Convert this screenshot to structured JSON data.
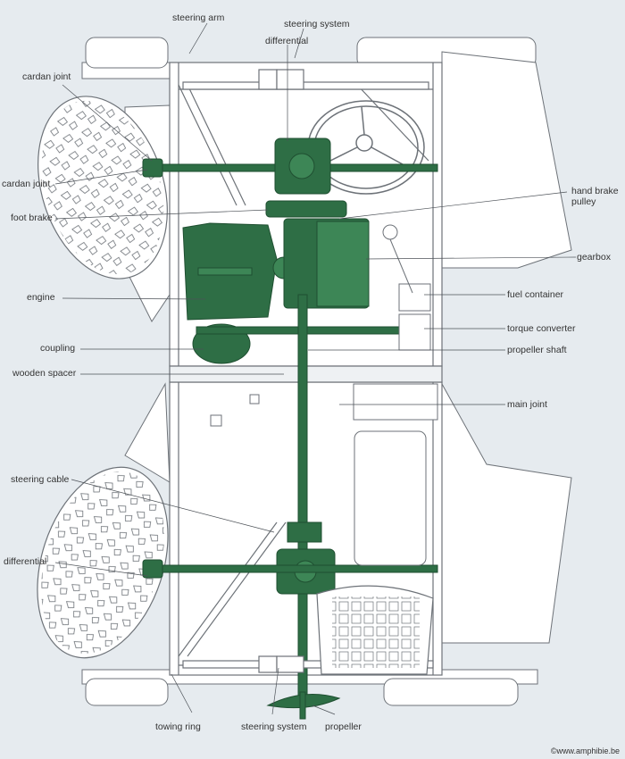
{
  "colors": {
    "background": "#e6ebef",
    "frame": "#ffffff",
    "outline": "#6d7278",
    "drivetrain": "#2e6e45",
    "drivetrain_dark": "#1f4f31",
    "callout_line": "#4d5258"
  },
  "labels": {
    "steering_arm": "steering arm",
    "steering_system_top": "steering system",
    "differential_top": "differential",
    "cardan_joint_1": "cardan joint",
    "cardan_joint_2": "cardan joint",
    "foot_brake": "foot brake",
    "engine": "engine",
    "coupling": "coupling",
    "wooden_spacer": "wooden spacer",
    "steering_cable": "steering cable",
    "differential_bottom": "differential",
    "hand_brake_pulley": "hand brake\npulley",
    "gearbox": "gearbox",
    "fuel_container": "fuel container",
    "torque_converter": "torque converter",
    "propeller_shaft": "propeller shaft",
    "main_joint": "main joint",
    "towing_ring": "towing ring",
    "steering_system_bottom": "steering system",
    "propeller": "propeller"
  },
  "credit": "©www.amphibie.be"
}
